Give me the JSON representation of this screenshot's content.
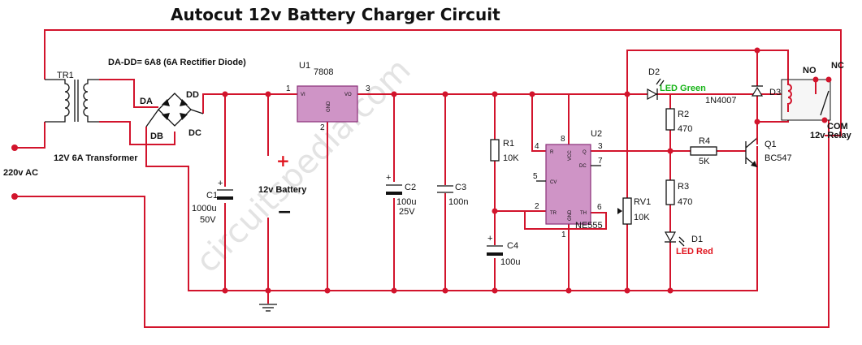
{
  "title": "Autocut 12v Battery Charger Circuit",
  "watermark": "circuitspedia.com",
  "note": "DA-DD= 6A8 (6A Rectifier Diode)",
  "mains": {
    "label": "220v AC"
  },
  "transformer": {
    "ref": "TR1",
    "desc": "12V 6A Transformer"
  },
  "bridge": {
    "da": "DA",
    "db": "DB",
    "dc": "DC",
    "dd": "DD"
  },
  "c1": {
    "ref": "C1",
    "value": "1000u",
    "voltage": "50V"
  },
  "battery": {
    "label": "12v Battery",
    "plus": "+",
    "minus": "−"
  },
  "u1": {
    "ref": "U1",
    "part": "7808",
    "vi": "VI",
    "vo": "VO",
    "gnd": "GND",
    "pin1": "1",
    "pin2": "2",
    "pin3": "3"
  },
  "c2": {
    "ref": "C2",
    "value": "100u",
    "voltage": "25V"
  },
  "c3": {
    "ref": "C3",
    "value": "100n"
  },
  "r1": {
    "ref": "R1",
    "value": "10K"
  },
  "c4": {
    "ref": "C4",
    "value": "100u"
  },
  "u2": {
    "ref": "U2",
    "part": "NE555",
    "r": "R",
    "vcc": "VCC",
    "q": "Q",
    "dc": "DC",
    "cv": "CV",
    "tr": "TR",
    "gnd": "GND",
    "th": "TH",
    "p1": "1",
    "p2": "2",
    "p3": "3",
    "p4": "4",
    "p5": "5",
    "p6": "6",
    "p7": "7",
    "p8": "8"
  },
  "rv1": {
    "ref": "RV1",
    "value": "10K"
  },
  "d2": {
    "ref": "D2",
    "name": "LED Green"
  },
  "r2": {
    "ref": "R2",
    "value": "470"
  },
  "r3": {
    "ref": "R3",
    "value": "470"
  },
  "d1": {
    "ref": "D1",
    "name": "LED Red"
  },
  "r4": {
    "ref": "R4",
    "value": "5K"
  },
  "q1": {
    "ref": "Q1",
    "part": "BC547"
  },
  "d3": {
    "ref": "D3",
    "part": "1N4007"
  },
  "relay": {
    "no": "NO",
    "nc": "NC",
    "com": "COM",
    "name": "12v Relay"
  },
  "colors": {
    "wire": "#d2142c",
    "ic": "#cf94c6",
    "led_green": "#18b418",
    "led_red": "#e0141e"
  }
}
